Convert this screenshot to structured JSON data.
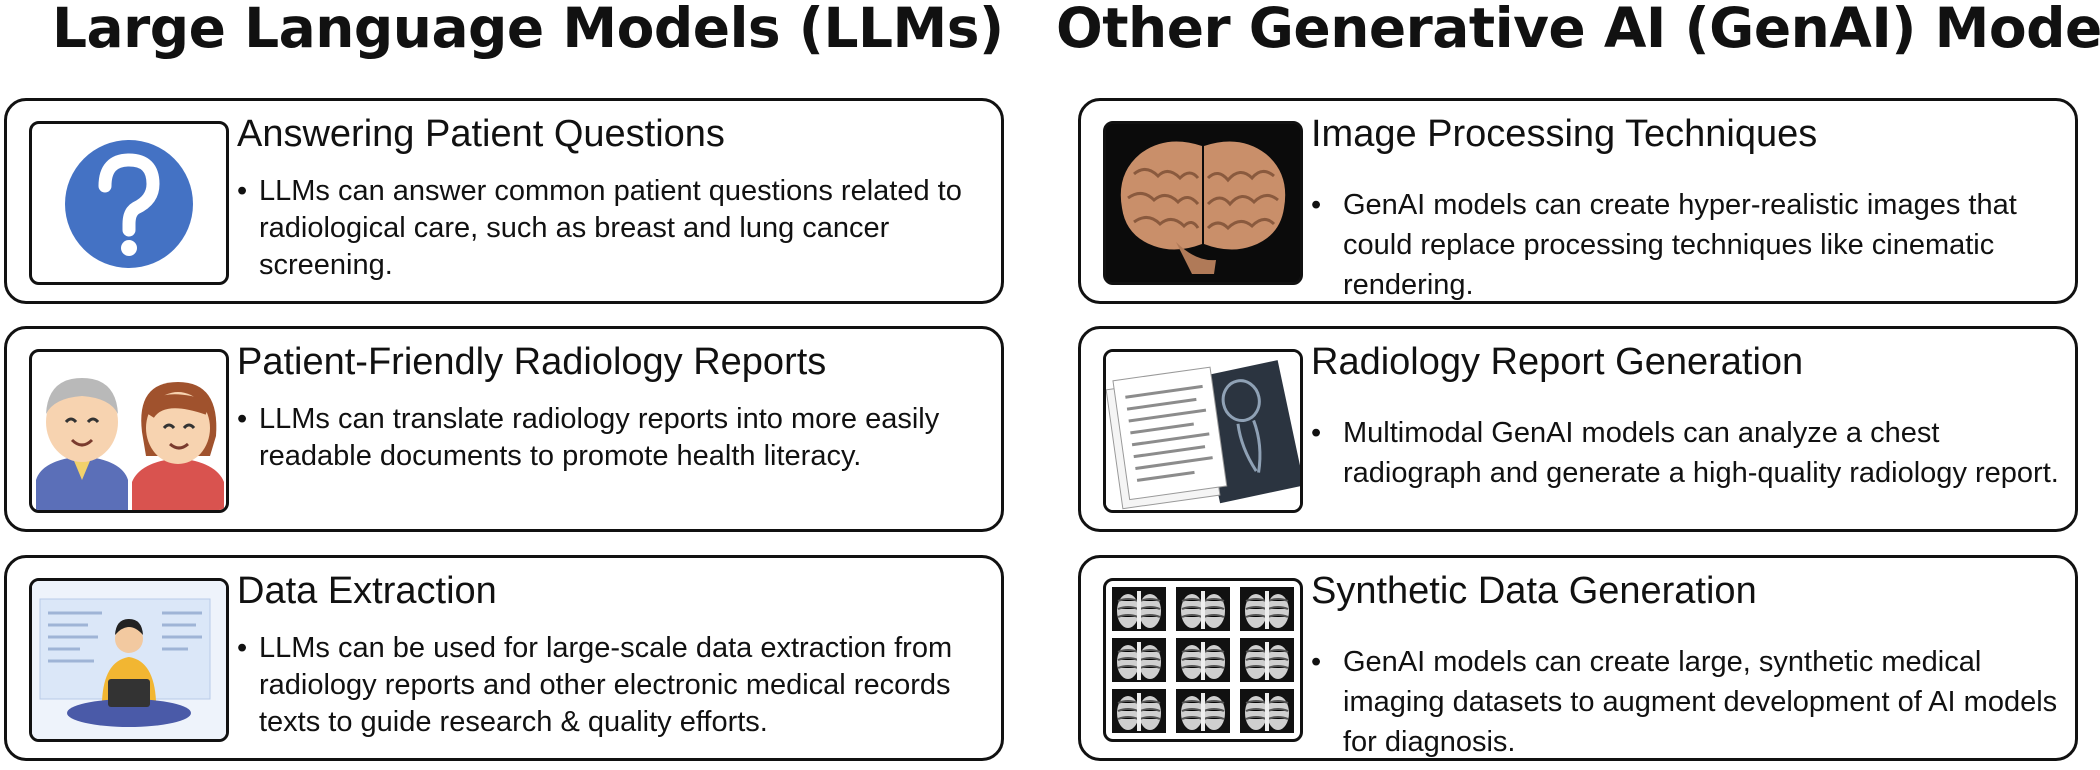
{
  "left_column": {
    "title": "Large Language Models (LLMs)",
    "cards": [
      {
        "title": "Answering Patient Questions",
        "icon": "question-mark-icon",
        "text": "LLMs can answer common patient questions related to radiological care, such as breast and lung cancer screening."
      },
      {
        "title": "Patient-Friendly Radiology Reports",
        "icon": "elderly-couple-illustration",
        "text": "LLMs can translate radiology reports into more easily readable documents to promote health literacy."
      },
      {
        "title": "Data Extraction",
        "icon": "person-with-laptop-illustration",
        "text": "LLMs can be used for large-scale data extraction from radiology reports and other electronic medical records texts to guide research & quality efforts."
      }
    ]
  },
  "right_column": {
    "title": "Other Generative AI (GenAI) Models",
    "cards": [
      {
        "title": "Image Processing Techniques",
        "icon": "brain-render-image",
        "text": "GenAI models can create hyper-realistic images that could replace processing techniques like cinematic rendering."
      },
      {
        "title": "Radiology Report Generation",
        "icon": "report-and-xray-image",
        "text": "Multimodal GenAI models can analyze a chest radiograph and generate a high-quality radiology report."
      },
      {
        "title": "Synthetic Data Generation",
        "icon": "chest-xray-grid-image",
        "text": "GenAI models can create large, synthetic medical imaging datasets to augment development of AI models for diagnosis."
      }
    ]
  },
  "colors": {
    "border": "#111111",
    "question_circle": "#4472C4",
    "background": "#ffffff"
  }
}
